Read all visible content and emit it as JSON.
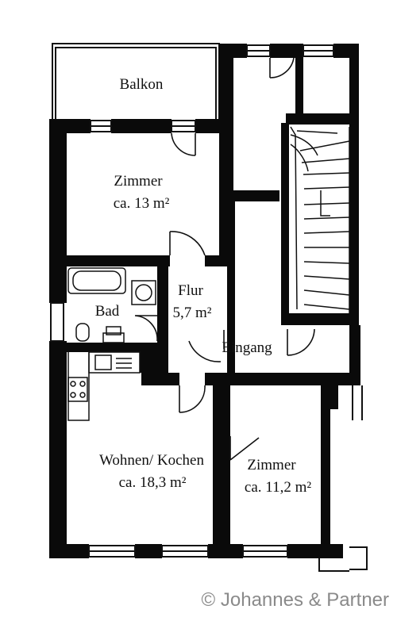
{
  "rooms": {
    "balkon": {
      "name": "Balkon"
    },
    "zimmer_top": {
      "name": "Zimmer",
      "area": "ca. 13 m²"
    },
    "flur": {
      "name": "Flur",
      "area": "5,7 m²"
    },
    "bad": {
      "name": "Bad"
    },
    "eingang": {
      "name": "Eingang"
    },
    "wohnen": {
      "name": "Wohnen/ Kochen",
      "area": "ca. 18,3 m²"
    },
    "zimmer_bottom": {
      "name": "Zimmer",
      "area": "ca. 11,2 m²"
    }
  },
  "credit": "© Johannes & Partner",
  "colors": {
    "wall": "#0a0a0a",
    "background": "#ffffff",
    "credit": "#8a8a8a"
  }
}
